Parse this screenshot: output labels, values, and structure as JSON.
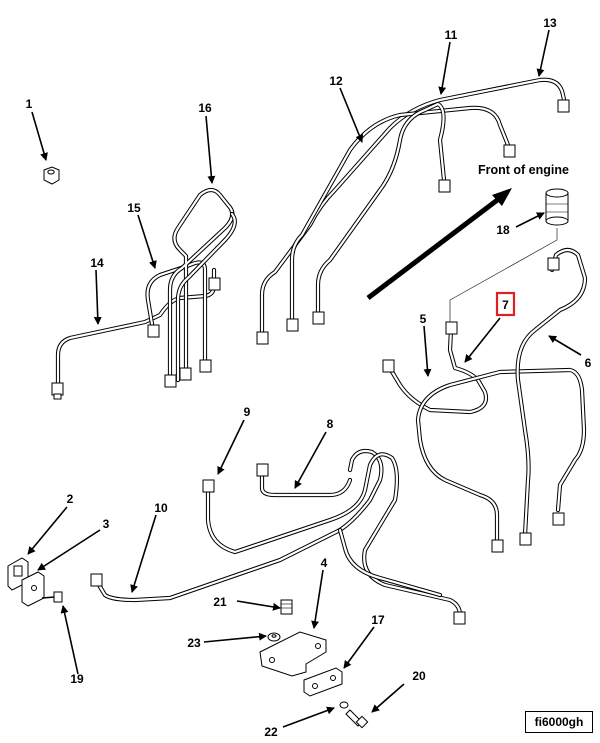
{
  "callouts": {
    "c1": "1",
    "c2": "2",
    "c3": "3",
    "c4": "4",
    "c5": "5",
    "c6": "6",
    "c7": "7",
    "c8": "8",
    "c9": "9",
    "c10": "10",
    "c11": "11",
    "c12": "12",
    "c13": "13",
    "c14": "14",
    "c15": "15",
    "c16": "16",
    "c17": "17",
    "c18": "18",
    "c19": "19",
    "c20": "20",
    "c21": "21",
    "c22": "22",
    "c23": "23"
  },
  "front_label": "Front of engine",
  "figure_ref": "fi6000gh",
  "highlight_color": "#e02020",
  "line_color": "#000000"
}
